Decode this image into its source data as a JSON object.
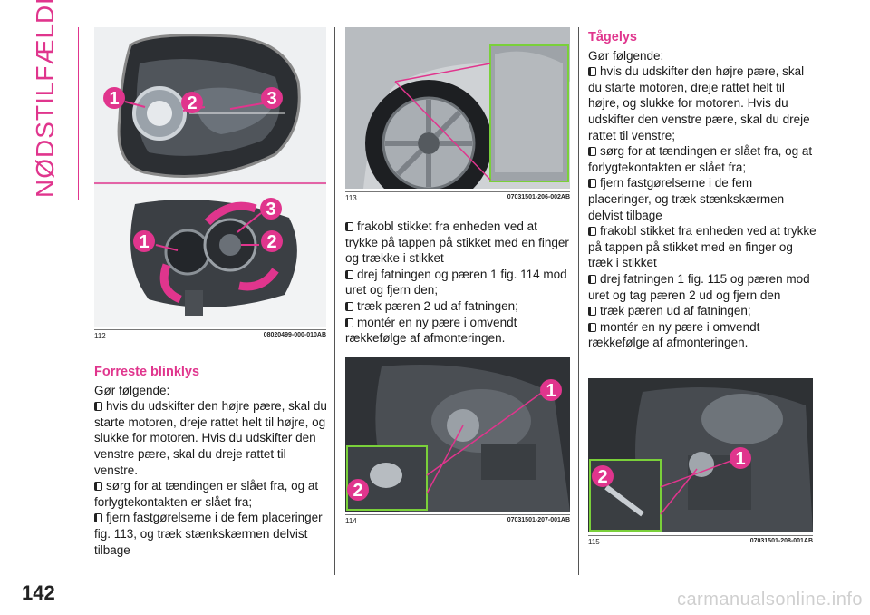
{
  "section_title": "NØDSTILFÆLDE",
  "page_number": "142",
  "watermark": "carmanualsonline.info",
  "col1": {
    "figure": {
      "number": "112",
      "code": "08020499-000-010AB"
    },
    "heading": "Forreste blinklys",
    "intro": "Gør følgende:",
    "items": [
      "hvis du udskifter den højre pære, skal du starte motoren, dreje rattet helt til højre, og slukke for motoren. Hvis du udskifter den venstre pære, skal du dreje rattet til venstre.",
      "sørg for at tændingen er slået fra, og at forlygtekontakten er slået fra;",
      "fjern fastgørelserne i de fem placeringer fig. 113, og træk stænkskærmen delvist tilbage"
    ]
  },
  "col2": {
    "figure_top": {
      "number": "113",
      "code": "07031501-206-002AB"
    },
    "items": [
      "frakobl stikket fra enheden ved at trykke på tappen på stikket med en finger og trække i stikket",
      "drej fatningen og pæren 1 fig. 114 mod uret og fjern den;",
      "træk pæren 2 ud af fatningen;",
      "montér en ny pære i omvendt rækkefølge af afmonteringen."
    ],
    "figure_bottom": {
      "number": "114",
      "code": "07031501-207-001AB"
    }
  },
  "col3": {
    "heading": "Tågelys",
    "intro": "Gør følgende:",
    "items": [
      "hvis du udskifter den højre pære, skal du starte motoren, dreje rattet helt til højre, og slukke for motoren. Hvis du udskifter den venstre pære, skal du dreje rattet til venstre;",
      "sørg for at tændingen er slået fra, og at forlygtekontakten er slået fra;",
      "fjern fastgørelserne i de fem placeringer, og træk stænkskærmen delvist tilbage",
      "frakobl stikket fra enheden ved at trykke på tappen på stikket med en finger og træk i stikket",
      "drej fatningen 1 fig. 115 og pæren mod uret og tag pæren 2 ud og fjern den",
      "træk pæren ud af fatningen;",
      "montér en ny pære i omvendt rækkefølge af afmonteringen."
    ],
    "figure": {
      "number": "115",
      "code": "07031501-208-001AB"
    }
  },
  "markers": {
    "one": "1",
    "two": "2",
    "three": "3"
  },
  "colors": {
    "accent": "#e0358d"
  }
}
